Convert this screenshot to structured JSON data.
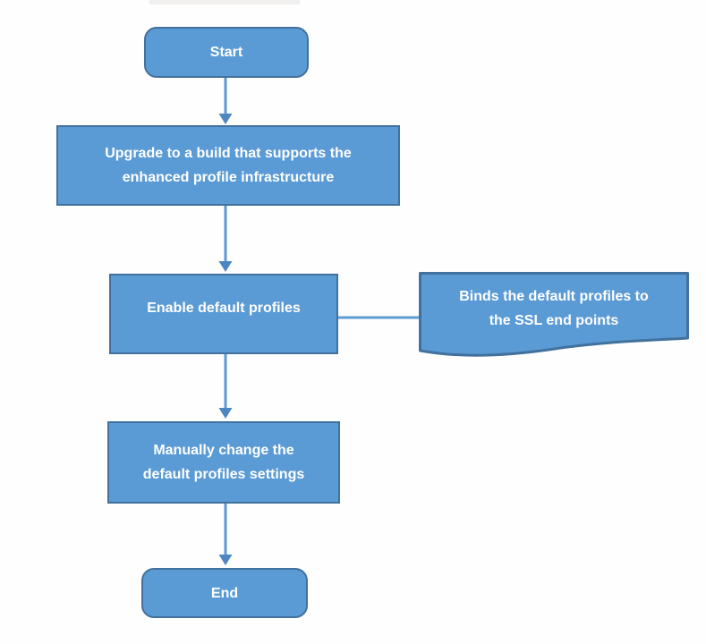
{
  "palette": {
    "shape_fill": "#5b9bd5",
    "shape_border": "#41719c",
    "connector_line": "#5b9bd5",
    "arrowhead": "#4d86c0",
    "label_text": "#ffffff",
    "background": "#fefefe",
    "cropped_edge_artifact": "#f2f0ee"
  },
  "flowchart": {
    "nodes": [
      {
        "id": "start",
        "type": "terminator",
        "label": "Start",
        "lines": [
          "Start"
        ]
      },
      {
        "id": "upgrade",
        "type": "process",
        "label": "Upgrade to a build that supports the enhanced profile infrastructure",
        "lines": [
          "Upgrade to a build that supports the",
          "enhanced profile infrastructure"
        ]
      },
      {
        "id": "enable",
        "type": "process",
        "label": "Enable default profiles",
        "lines": [
          "Enable default profiles"
        ]
      },
      {
        "id": "binds",
        "type": "document",
        "label": "Binds the default profiles to the SSL end points",
        "lines": [
          "Binds the default profiles to",
          "the SSL end points"
        ]
      },
      {
        "id": "manual",
        "type": "process",
        "label": "Manually change the default profiles settings",
        "lines": [
          "Manually change the",
          "default profiles settings"
        ]
      },
      {
        "id": "end",
        "type": "terminator",
        "label": "End",
        "lines": [
          "End"
        ]
      }
    ],
    "edges": [
      {
        "from": "start",
        "to": "upgrade",
        "arrowhead": true
      },
      {
        "from": "upgrade",
        "to": "enable",
        "arrowhead": true
      },
      {
        "from": "enable",
        "to": "manual",
        "arrowhead": true
      },
      {
        "from": "manual",
        "to": "end",
        "arrowhead": true
      },
      {
        "from": "enable",
        "to": "binds",
        "arrowhead": false
      }
    ]
  }
}
